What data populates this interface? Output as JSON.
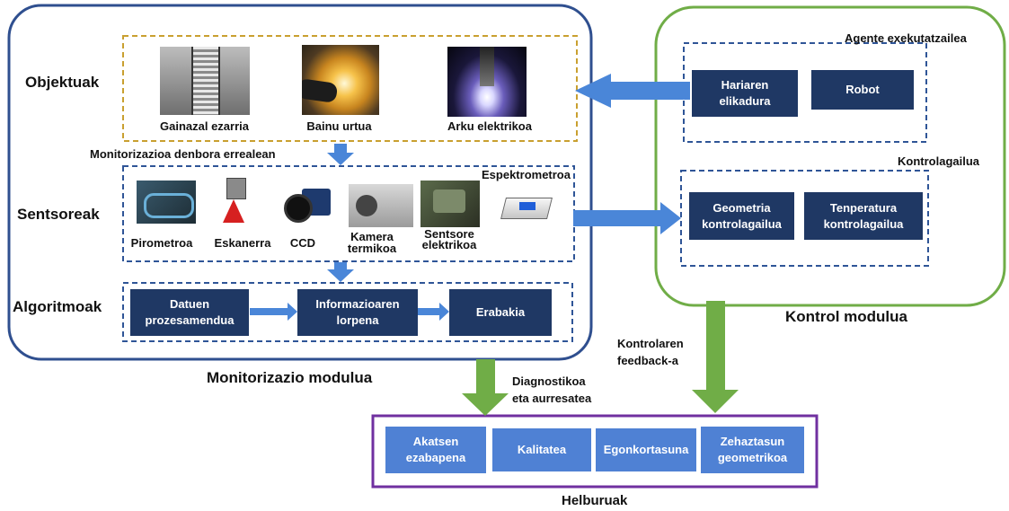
{
  "monitor": {
    "title": "Monitorizazio modulua",
    "rows": {
      "objects": "Objektuak",
      "sensors": "Sentsoreak",
      "algorithms": "Algoritmoak"
    },
    "objects": [
      "Gainazal ezarria",
      "Bainu urtua",
      "Arku elektrikoa"
    ],
    "realtime": "Monitorizazioa denbora errealean",
    "spectrometer": "Espektrometroa",
    "sensors": {
      "pyrometer": "Pirometroa",
      "scanner": "Eskanerra",
      "ccd": "CCD",
      "thermal": "Kamera\ntermikoa",
      "electric": "Sentsore\nelektrikoa"
    },
    "algorithms": [
      "Datuen\nprozesamendua",
      "Informazioaren\nlorpena",
      "Erabakia"
    ]
  },
  "control": {
    "title": "Kontrol modulua",
    "agent": "Agente exekutatzailea",
    "agent_items": [
      "Hariaren\nelikadura",
      "Robot"
    ],
    "controller": "Kontrolagailua",
    "controller_items": [
      "Geometria\nkontrolagailua",
      "Tenperatura\nkontrolagailua"
    ]
  },
  "arrows": {
    "diagnostic": "Diagnostikoa\neta aurresatea",
    "feedback": "Kontrolaren\nfeedback-a"
  },
  "goals": {
    "title": "Helburuak",
    "items": [
      "Akatsen\nezabapena",
      "Kalitatea",
      "Egonkortasuna",
      "Zehaztasun\ngeometrikoa"
    ]
  },
  "colors": {
    "monitor_border": "#2f4f8f",
    "control_border": "#70ad47",
    "goals_border": "#7030a0",
    "objects_dash": "#c9a030",
    "blue_dash": "#2f5597",
    "navy": "#1f3864",
    "goal_box": "#4f81d4",
    "blue_arrow": "#4a86d8",
    "green_arrow": "#70ad47"
  }
}
